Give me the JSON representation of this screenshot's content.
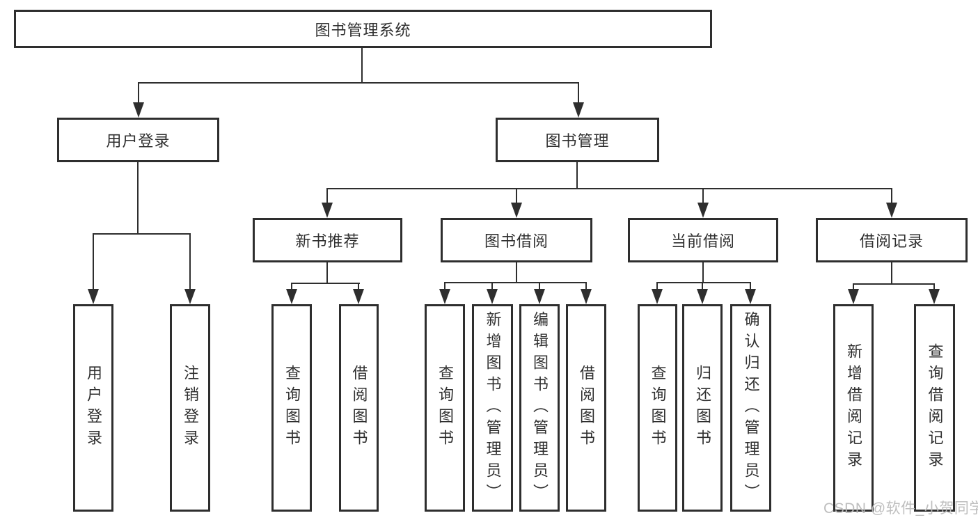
{
  "tree": {
    "root": {
      "label": "图书管理系统",
      "children": [
        {
          "label": "用户登录",
          "children": [
            {
              "label": "用户登录"
            },
            {
              "label": "注销登录"
            }
          ]
        },
        {
          "label": "图书管理",
          "children": [
            {
              "label": "新书推荐",
              "children": [
                {
                  "label": "查询图书"
                },
                {
                  "label": "借阅图书"
                }
              ]
            },
            {
              "label": "图书借阅",
              "children": [
                {
                  "label": "查询图书"
                },
                {
                  "label": "新增图书（管理员）"
                },
                {
                  "label": "编辑图书（管理员）"
                },
                {
                  "label": "借阅图书"
                }
              ]
            },
            {
              "label": "当前借阅",
              "children": [
                {
                  "label": "查询图书"
                },
                {
                  "label": "归还图书"
                },
                {
                  "label": "确认归还（管理员）"
                }
              ]
            },
            {
              "label": "借阅记录",
              "children": [
                {
                  "label": "新增借阅记录"
                },
                {
                  "label": "查询借阅记录"
                }
              ]
            }
          ]
        }
      ]
    }
  },
  "watermark": {
    "text": "CSDN @软件_小贺同学"
  },
  "colors": {
    "line": "#2e2e2e",
    "text": "#2f2f2f",
    "watermark": "#bababa",
    "background": "#ffffff"
  }
}
